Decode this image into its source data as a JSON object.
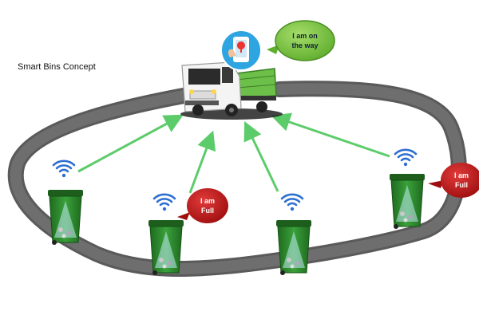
{
  "title": "Smart Bins Concept",
  "truck_bubble": {
    "line1": "I am on",
    "line2": "the way"
  },
  "bin_bubbles": [
    {
      "line1": "I am",
      "line2": "Full"
    },
    {
      "line1": "I am",
      "line2": "Full"
    }
  ],
  "colors": {
    "road": "#5a5a5a",
    "bin_green": "#2e8b2e",
    "signal_arrow": "#5ccc6a",
    "wifi_blue": "#2d6fd1",
    "speech_green": "#7ac943",
    "speech_red": "#c11a1a",
    "truck_cargo": "#6cc04a"
  },
  "icons": [
    "truck-icon",
    "phone-location-icon",
    "wifi-icon",
    "smart-bin-icon"
  ]
}
